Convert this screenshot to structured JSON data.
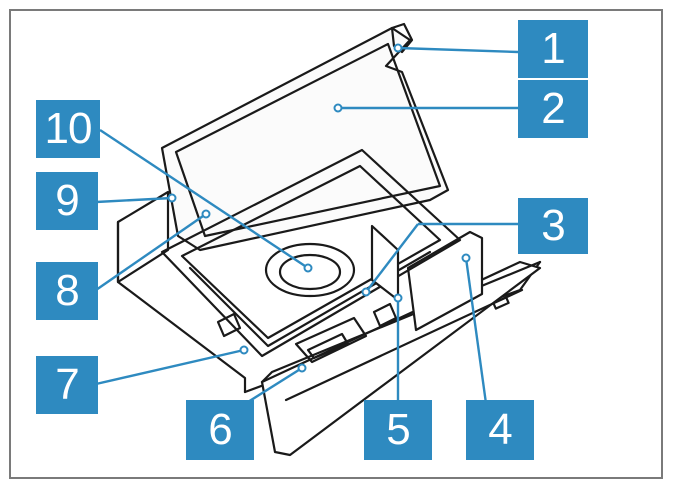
{
  "figure": {
    "accent_color": "#2e8ac0",
    "line_color": "#1a1a1a",
    "frame_color": "#7a7a7a"
  },
  "callouts": [
    {
      "id": "1",
      "label": "1"
    },
    {
      "id": "2",
      "label": "2"
    },
    {
      "id": "3",
      "label": "3"
    },
    {
      "id": "4",
      "label": "4"
    },
    {
      "id": "5",
      "label": "5"
    },
    {
      "id": "6",
      "label": "6"
    },
    {
      "id": "7",
      "label": "7"
    },
    {
      "id": "8",
      "label": "8"
    },
    {
      "id": "9",
      "label": "9"
    },
    {
      "id": "10",
      "label": "10"
    }
  ]
}
